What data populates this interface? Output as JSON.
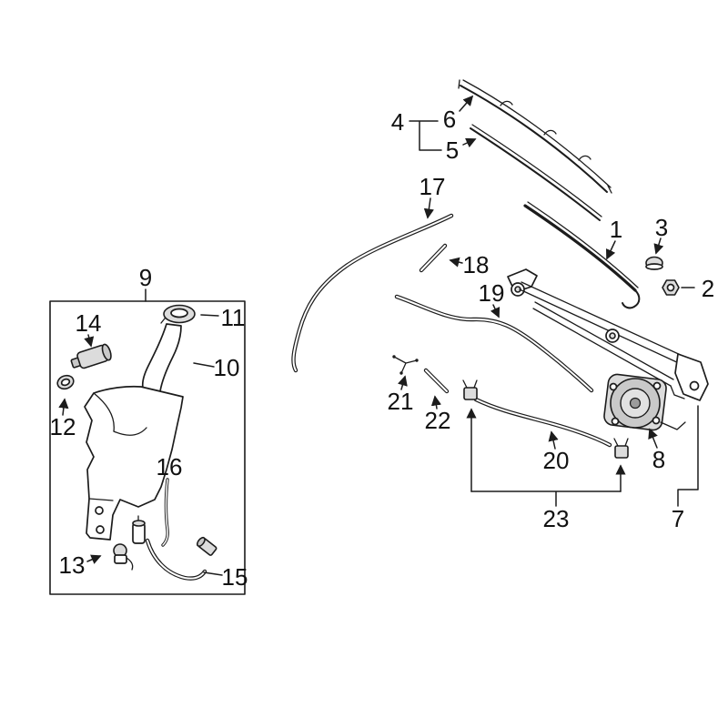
{
  "style": {
    "background": "#ffffff",
    "line_color": "#1c1c1c",
    "part_shade_light": "#dcdcdc",
    "part_shade_mid": "#c9c9c9",
    "label_color": "#111111"
  },
  "diagram": {
    "kind": "exploded-parts-diagram",
    "subject": "windshield-wiper-and-washer-system"
  },
  "callouts": {
    "p1": "1",
    "p2": "2",
    "p3": "3",
    "p4": "4",
    "p5": "5",
    "p6": "6",
    "p7": "7",
    "p8": "8",
    "p9": "9",
    "p10": "10",
    "p11": "11",
    "p12": "12",
    "p13": "13",
    "p14": "14",
    "p15": "15",
    "p16": "16",
    "p17": "17",
    "p18": "18",
    "p19": "19",
    "p20": "20",
    "p21": "21",
    "p22": "22",
    "p23": "23"
  }
}
